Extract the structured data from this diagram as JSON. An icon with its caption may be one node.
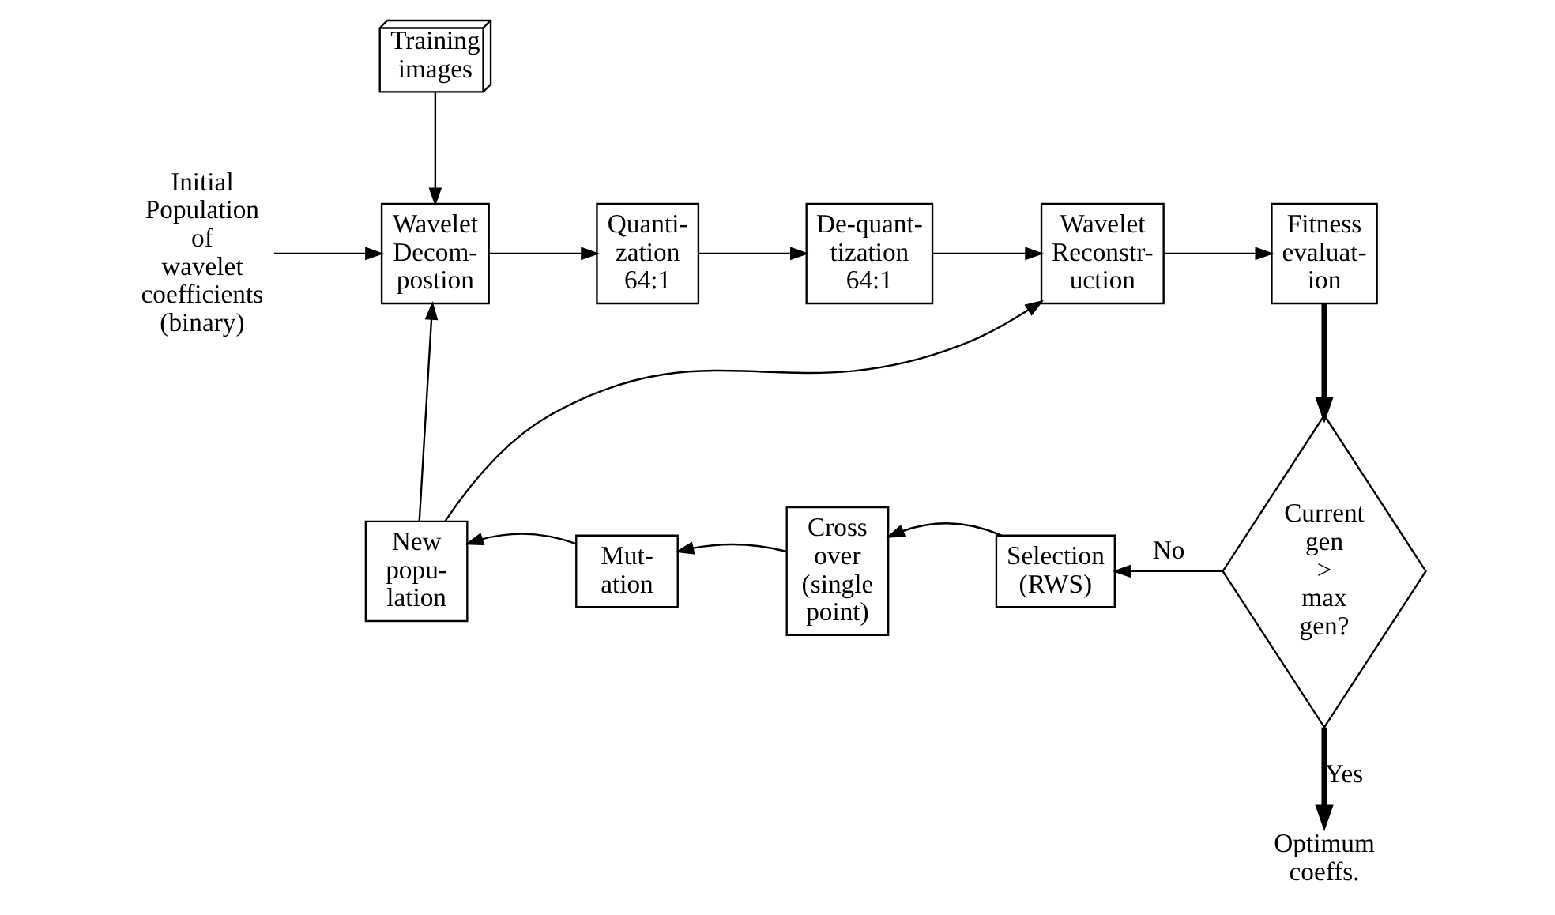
{
  "diagram": {
    "nodes": [
      {
        "text": [
          "Training images"
        ]
      },
      {
        "text": [
          "Initial Population of wavelet coefficients (binary)"
        ]
      },
      {
        "text": [
          "Wavelet Decom- postion"
        ]
      },
      {
        "text": [
          "Quanti- zation 64:1"
        ]
      },
      {
        "text": [
          "De-quant- tization 64:1"
        ]
      },
      {
        "text": [
          "Wavelet Reconstr- uction"
        ]
      },
      {
        "text": [
          "Fitness evaluat- ion"
        ]
      },
      {
        "text": [
          "Current gen > max gen?"
        ]
      },
      {
        "text": [
          "Selection (RWS)"
        ]
      },
      {
        "text": [
          "Cross over (single point)"
        ]
      },
      {
        "text": [
          "Mut- ation"
        ]
      },
      {
        "text": [
          "New popu- lation"
        ]
      },
      {
        "text": [
          "Optimum coeffs."
        ]
      }
    ],
    "edges": [
      {
        "from": 0,
        "to": 2,
        "arrow": "to"
      },
      {
        "from": 1,
        "to": 2,
        "arrow": "to"
      },
      {
        "from": 2,
        "to": 3,
        "arrow": "to"
      },
      {
        "from": 3,
        "to": 4,
        "arrow": "to"
      },
      {
        "from": 4,
        "to": 5,
        "arrow": "to"
      },
      {
        "from": 5,
        "to": 6,
        "arrow": "to"
      },
      {
        "from": 6,
        "to": 7,
        "arrow": "to",
        "style": "thick"
      },
      {
        "from": 7,
        "to": 8,
        "arrow": "to",
        "label": "No"
      },
      {
        "from": 8,
        "to": 9,
        "arrow": "to"
      },
      {
        "from": 9,
        "to": 10,
        "arrow": "to"
      },
      {
        "from": 10,
        "to": 11,
        "arrow": "to"
      },
      {
        "from": 11,
        "to": 2,
        "arrow": "to"
      },
      {
        "from": 11,
        "to": 5,
        "arrow": "to"
      },
      {
        "from": 7,
        "to": 12,
        "arrow": "to",
        "label": "Yes",
        "style": "thick"
      }
    ]
  }
}
